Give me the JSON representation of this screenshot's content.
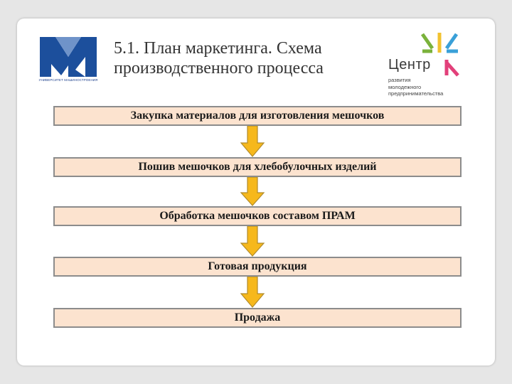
{
  "slide": {
    "title_lines": [
      "5.1. План маркетинга. Схема",
      "производственного процесса"
    ]
  },
  "logo_left": {
    "caption": "УНИВЕРСИТЕТ МАШИНОСТРОЕНИЯ",
    "color": "#1c4f9c"
  },
  "logo_right": {
    "word": "Центр",
    "subtitle_lines": [
      "развития",
      "молодежного",
      "предпринимательства"
    ],
    "colors": [
      "#7ab23b",
      "#f2c230",
      "#3aa0d8",
      "#e2407a"
    ]
  },
  "flow": {
    "steps": [
      "Закупка материалов для изготовления мешочков",
      "Пошив мешочков для хлебобулочных изделий",
      "Обработка мешочков составом ПРАМ",
      "Готовая продукция",
      "Продажа"
    ],
    "box_fill": "#fce3cf",
    "box_border": "#8c8c8c",
    "arrow_fill": "#f6b81c",
    "arrow_border": "#b08a2a"
  }
}
